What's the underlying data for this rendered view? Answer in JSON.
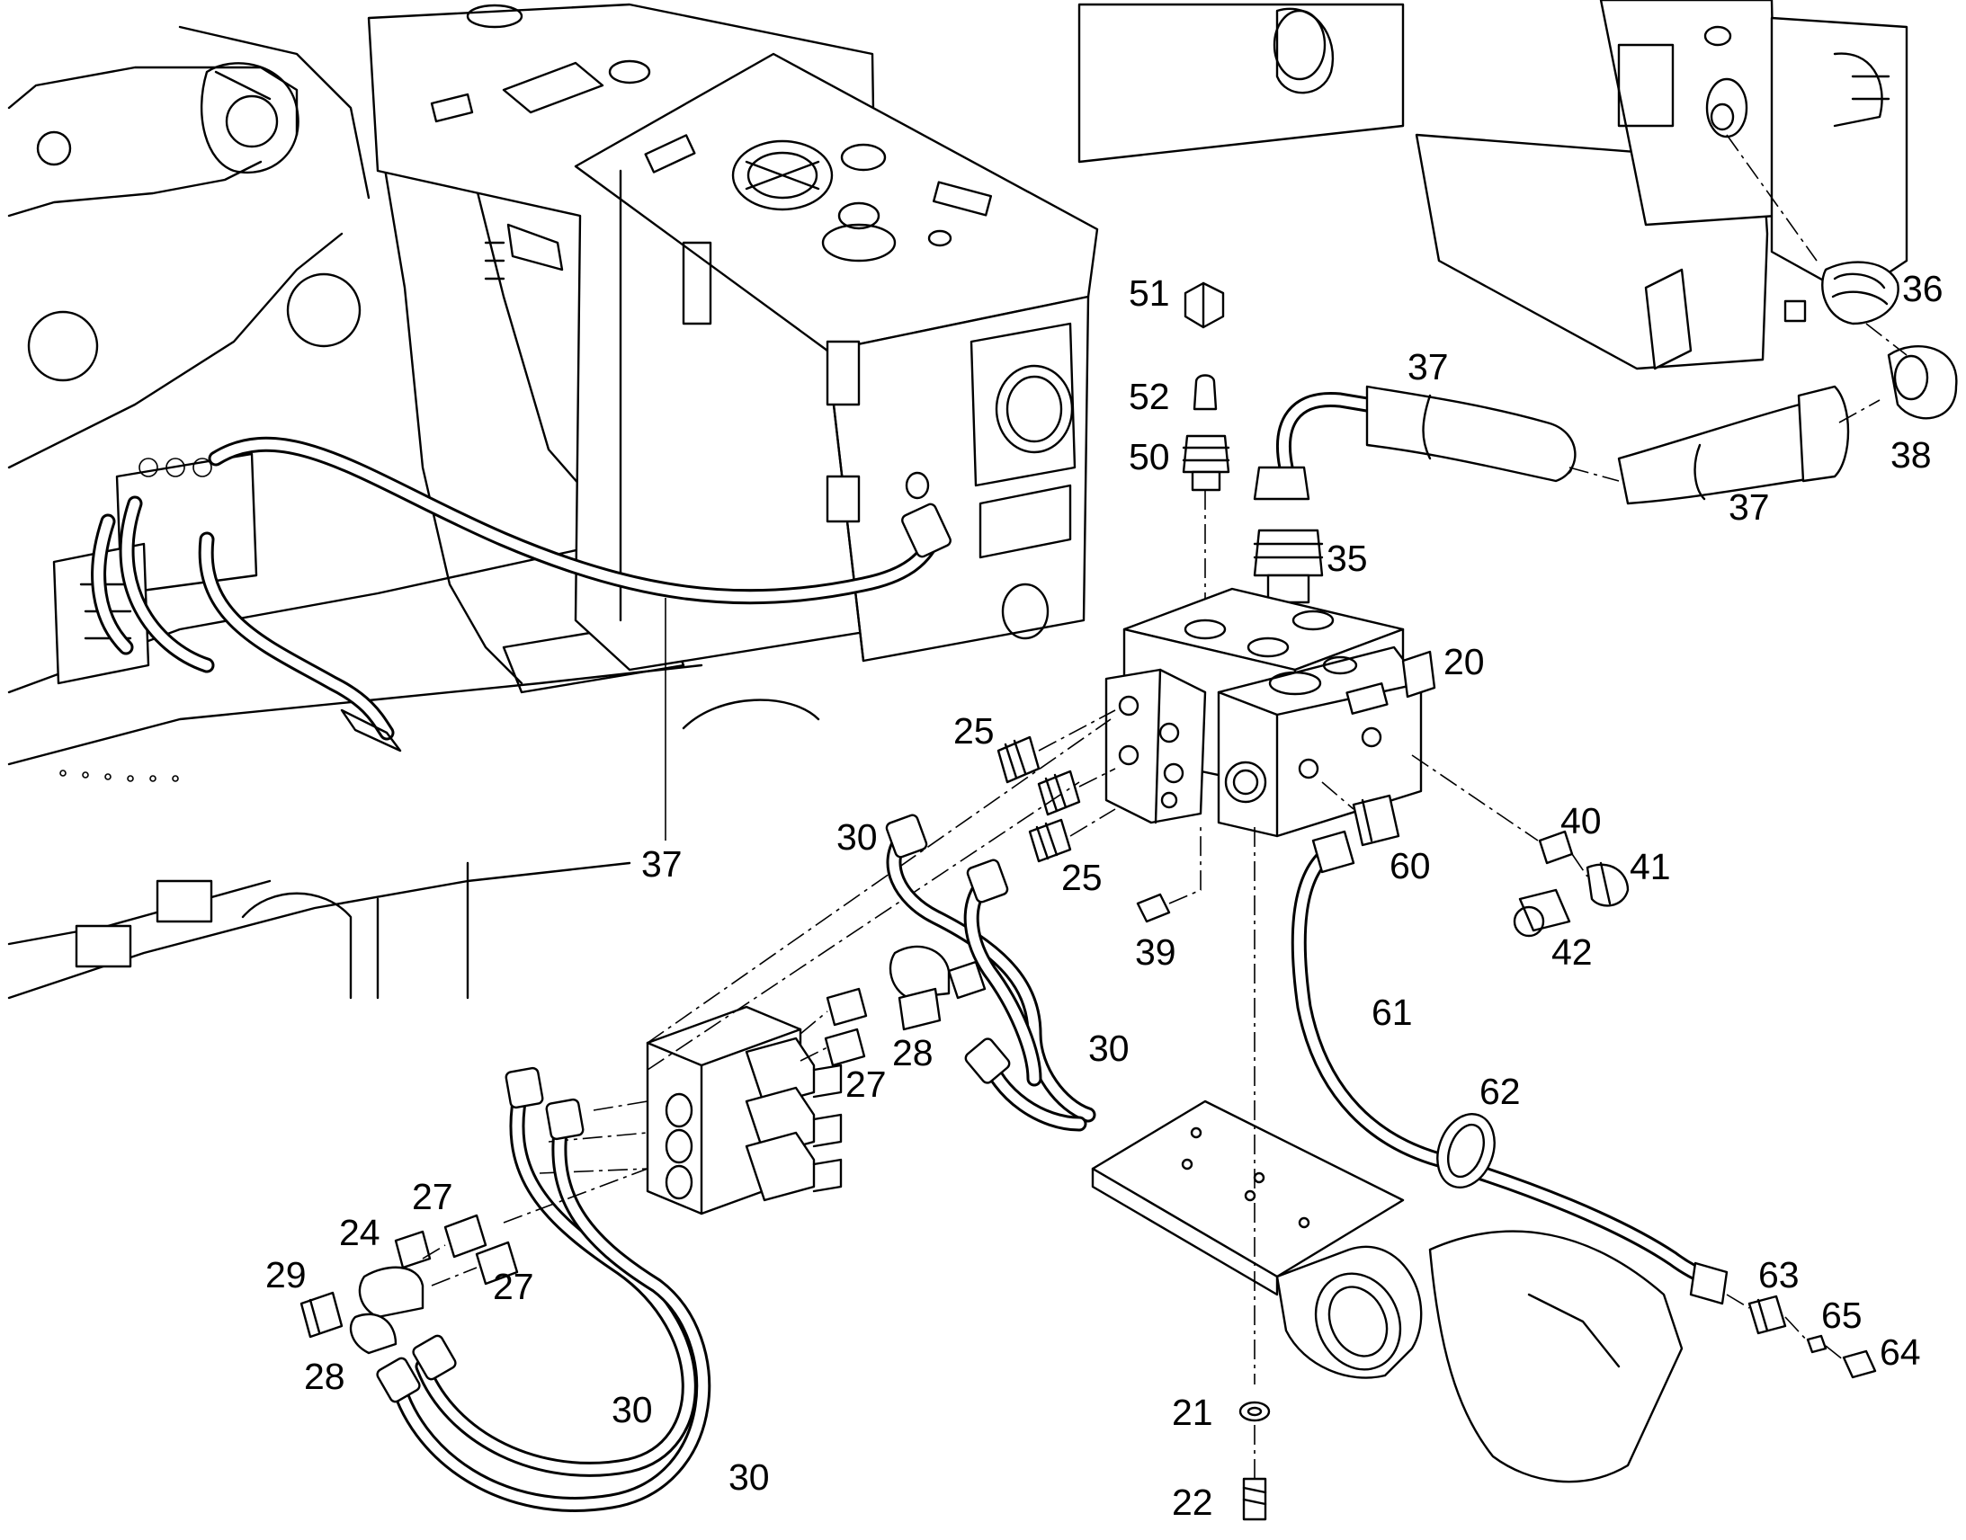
{
  "callouts": [
    {
      "id": "c51",
      "text": "51"
    },
    {
      "id": "c52",
      "text": "52"
    },
    {
      "id": "c50",
      "text": "50"
    },
    {
      "id": "c37a",
      "text": "37"
    },
    {
      "id": "c37b",
      "text": "37"
    },
    {
      "id": "c37c",
      "text": "37"
    },
    {
      "id": "c36",
      "text": "36"
    },
    {
      "id": "c38",
      "text": "38"
    },
    {
      "id": "c35",
      "text": "35"
    },
    {
      "id": "c20",
      "text": "20"
    },
    {
      "id": "c25a",
      "text": "25"
    },
    {
      "id": "c25b",
      "text": "25"
    },
    {
      "id": "c30a",
      "text": "30"
    },
    {
      "id": "c30b",
      "text": "30"
    },
    {
      "id": "c30c",
      "text": "30"
    },
    {
      "id": "c30d",
      "text": "30"
    },
    {
      "id": "c60",
      "text": "60"
    },
    {
      "id": "c40",
      "text": "40"
    },
    {
      "id": "c41",
      "text": "41"
    },
    {
      "id": "c42",
      "text": "42"
    },
    {
      "id": "c39",
      "text": "39"
    },
    {
      "id": "c61",
      "text": "61"
    },
    {
      "id": "c28a",
      "text": "28"
    },
    {
      "id": "c28b",
      "text": "28"
    },
    {
      "id": "c27a",
      "text": "27"
    },
    {
      "id": "c27b",
      "text": "27"
    },
    {
      "id": "c27c",
      "text": "27"
    },
    {
      "id": "c62",
      "text": "62"
    },
    {
      "id": "c24",
      "text": "24"
    },
    {
      "id": "c29",
      "text": "29"
    },
    {
      "id": "c63",
      "text": "63"
    },
    {
      "id": "c65",
      "text": "65"
    },
    {
      "id": "c64",
      "text": "64"
    },
    {
      "id": "c21",
      "text": "21"
    },
    {
      "id": "c22",
      "text": "22"
    }
  ]
}
